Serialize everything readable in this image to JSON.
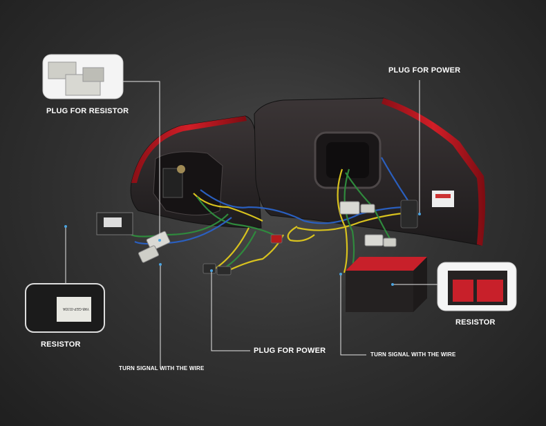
{
  "labels": {
    "plug_for_resistor": "PLUG FOR RESISTOR",
    "plug_for_power_top": "PLUG FOR POWER",
    "resistor_left": "RESISTOR",
    "resistor_right": "RESISTOR",
    "plug_for_power_bottom": "PLUG FOR POWER",
    "turn_signal_left": "TURN SIGNAL WITH THE WIRE",
    "turn_signal_right": "TURN SIGNAL WITH THE WIRE"
  },
  "resistor_label_text": "YAB-GEP-0193A",
  "colors": {
    "background": "#333333",
    "leader_line": "#e6e6e6",
    "lamp_red": "#b3121b",
    "resistor_red": "#c8202a"
  }
}
